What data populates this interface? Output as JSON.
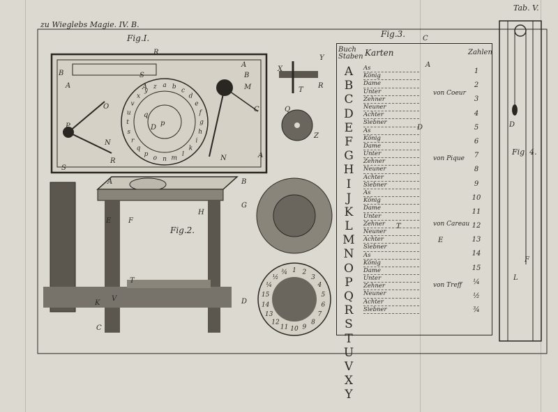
{
  "header": {
    "left": "zu Wieglebs Magie. IV. B.",
    "right": "Tab. V."
  },
  "figures": {
    "fig1": "Fig.I.",
    "fig2": "Fig.2.",
    "fig3": "Fig.3.",
    "fig4": "Fig. 4."
  },
  "table": {
    "col_letters": "Buch Staben",
    "col_cards": "Karten",
    "col_numbers": "Zahlen",
    "letters": [
      "A",
      "B",
      "C",
      "D",
      "E",
      "F",
      "G",
      "H",
      "I",
      "J",
      "K",
      "L",
      "M",
      "N",
      "O",
      "P",
      "Q",
      "R",
      "S",
      "T",
      "U",
      "V",
      "X",
      "Y"
    ],
    "cards": [
      "As",
      "König",
      "Dame",
      "Unter",
      "Zehner",
      "Neuner",
      "Achter",
      "Siebner",
      "As",
      "König",
      "Dame",
      "Unter",
      "Zehner",
      "Neuner",
      "Achter",
      "Siebner",
      "As",
      "König",
      "Dame",
      "Unter",
      "Zehner",
      "Neuner",
      "Achter",
      "Siebner",
      "As",
      "König",
      "Dame",
      "Unter",
      "Zehner",
      "Neuner",
      "Achter",
      "Siebner"
    ],
    "suits": [
      "von Coeur",
      "von Pique",
      "von Careau",
      "von Treff"
    ],
    "numbers": [
      "1",
      "2",
      "3",
      "4",
      "5",
      "6",
      "7",
      "8",
      "9",
      "10",
      "11",
      "12",
      "13",
      "14",
      "15",
      "¼",
      "½",
      "¾"
    ]
  },
  "outer_dial": [
    "a",
    "b",
    "c",
    "d",
    "e",
    "f",
    "g",
    "h",
    "i",
    "k",
    "l",
    "m",
    "n",
    "o",
    "p",
    "q",
    "r",
    "s",
    "t",
    "u",
    "v",
    "x",
    "y",
    "z"
  ],
  "number_dial": [
    "1",
    "2",
    "3",
    "4",
    "5",
    "6",
    "7",
    "8",
    "9",
    "10",
    "11",
    "12",
    "13",
    "14",
    "15",
    "¼",
    "½",
    "¾"
  ],
  "labels": {
    "fig1": [
      "R",
      "B",
      "S",
      "B",
      "A",
      "A",
      "O",
      "P",
      "N",
      "R",
      "S",
      "A",
      "M",
      "C",
      "N",
      "A",
      "q",
      "p",
      "D"
    ],
    "fig2": [
      "A",
      "B",
      "E",
      "F",
      "H",
      "G",
      "D",
      "C",
      "K",
      "V",
      "T"
    ],
    "fig3": [
      "T",
      "E",
      "D",
      "C",
      "A"
    ],
    "fig4": [
      "D",
      "F",
      "L"
    ],
    "mech": [
      "Y",
      "X",
      "R",
      "Q",
      "Z",
      "T"
    ]
  }
}
